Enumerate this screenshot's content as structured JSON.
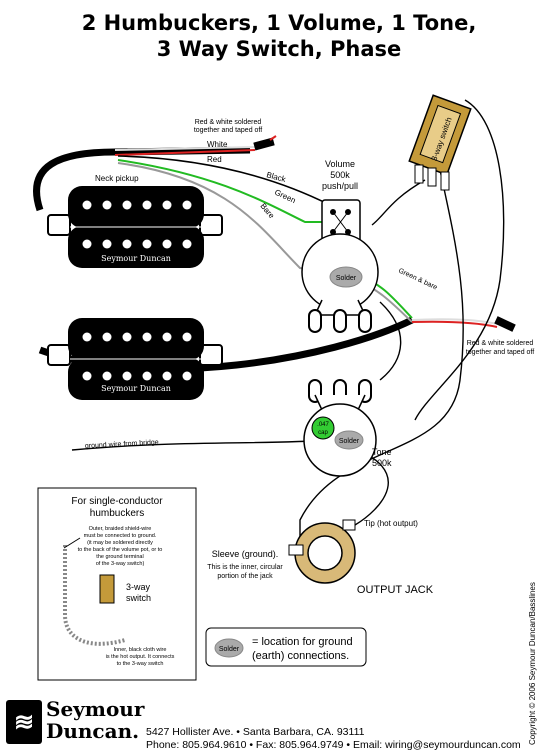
{
  "title": {
    "line1": "2 Humbuckers, 1 Volume, 1 Tone,",
    "line2": "3 Way Switch, Phase"
  },
  "labels": {
    "red_white_top": [
      "Red & white soldered",
      "together and taped off"
    ],
    "white": "White",
    "red": "Red",
    "black": "Black",
    "green": "Green",
    "bare": "Bare",
    "neck_pickup": "Neck pickup",
    "volume": [
      "Volume",
      "500k",
      "push/pull"
    ],
    "solder": "Solder",
    "green_bare": "Green & bare",
    "switch": "3-way switch",
    "red_white_right": [
      "Red & white soldered",
      "together and taped off"
    ],
    "ground_wire": "ground wire from bridge",
    "cap": [
      ".047",
      "cap"
    ],
    "tone": [
      "Tone",
      "500k"
    ],
    "tip": "Tip (hot output)",
    "sleeve": [
      "Sleeve (ground).",
      "This is the inner, circular",
      "portion of the jack"
    ],
    "output_jack": "OUTPUT JACK",
    "pickup_brand": "Seymour Duncan"
  },
  "inset": {
    "title": [
      "For single-conductor",
      "humbuckers"
    ],
    "note1": [
      "Outer, braided shield-wire",
      "must be connected to ground.",
      "(it may be soldered directly",
      "to the back of the volume pot, or to",
      "the ground terminal",
      "of the 3-way switch)"
    ],
    "switch": [
      "3-way",
      "switch"
    ],
    "note2": [
      "Inner, black cloth wire",
      "is the hot output.  It connects",
      "to the 3-way switch"
    ]
  },
  "legend": {
    "solder": "Solder",
    "text": [
      "= location for ground",
      "(earth) connections."
    ]
  },
  "copyright": "Copyright © 2006 Seymour Duncan/Basslines",
  "footer": {
    "brand_line1": "Seymour",
    "brand_line2": "Duncan.",
    "address": "5427 Hollister Ave. • Santa Barbara, CA. 93111",
    "contact": "Phone: 805.964.9610 • Fax: 805.964.9749 • Email: wiring@seymourduncan.com"
  },
  "colors": {
    "wire_green": "#22bb22",
    "wire_red": "#dd2222",
    "wire_bare": "#999999",
    "switch_tan": "#c49a3a",
    "cap_green": "#33cc33",
    "solder_gray": "#aaaaaa",
    "jack_tan": "#d8b978"
  }
}
